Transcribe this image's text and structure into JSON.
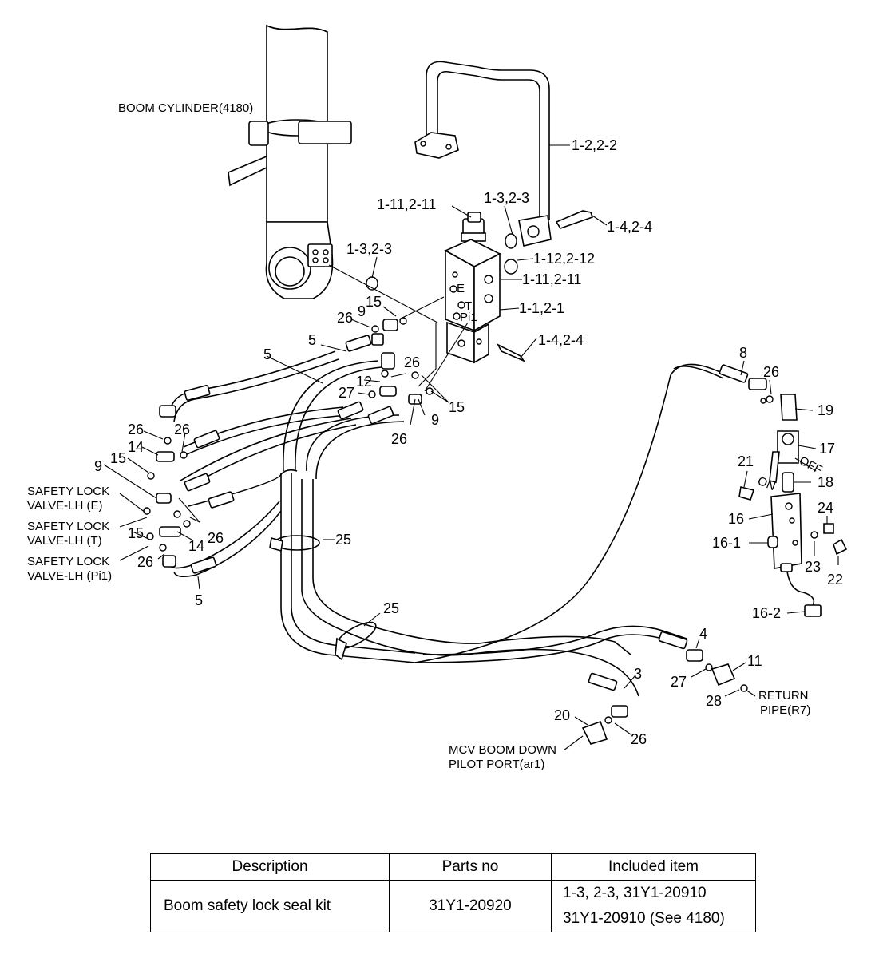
{
  "callouts": {
    "boom_cylinder": "BOOM CYLINDER(4180)",
    "l_1_2_2_2": "1-2,2-2",
    "l_1_11_2_11_top": "1-11,2-11",
    "l_1_3_2_3_top": "1-3,2-3",
    "l_1_4_2_4_top": "1-4,2-4",
    "l_1_3_2_3_left": "1-3,2-3",
    "l_1_12_2_12": "1-12,2-12",
    "l_1_11_2_11_mid": "1-11,2-11",
    "l_1_1_2_1": "1-1,2-1",
    "l_1_4_2_4_low": "1-4,2-4",
    "port_e": "E",
    "port_t": "T",
    "port_pi1": "Pi1",
    "n15_a": "15",
    "n26_a": "26",
    "n9_a": "9",
    "n5_a": "5",
    "n5_b": "5",
    "n26_b": "26",
    "n12": "12",
    "n27_a": "27",
    "n15_b": "15",
    "n9_b": "9",
    "n26_c": "26",
    "n26_d": "26",
    "n26_e": "26",
    "n14_a": "14",
    "n15_c": "15",
    "n9_c": "9",
    "n15_d": "15",
    "n26_f": "26",
    "n14_b": "14",
    "n26_g": "26",
    "n5_c": "5",
    "n25_a": "25",
    "n25_b": "25",
    "n8": "8",
    "n26_h": "26",
    "n19": "19",
    "n17": "17",
    "off": "OFF",
    "on": "ON",
    "n21": "21",
    "n18": "18",
    "n16": "16",
    "n24": "24",
    "n16_1": "16-1",
    "n23": "23",
    "n22": "22",
    "n16_2": "16-2",
    "n4": "4",
    "n11": "11",
    "n27_b": "27",
    "n3": "3",
    "n28": "28",
    "n20": "20",
    "n26_i": "26",
    "return_pipe_1": "RETURN",
    "return_pipe_2": "PIPE(R7)",
    "mcv_1": "MCV BOOM DOWN",
    "mcv_2": "PILOT PORT(ar1)",
    "safety_e_1": "SAFETY LOCK",
    "safety_e_2": "VALVE-LH (E)",
    "safety_t_1": "SAFETY LOCK",
    "safety_t_2": "VALVE-LH (T)",
    "safety_p_1": "SAFETY LOCK",
    "safety_p_2": "VALVE-LH (Pi1)"
  },
  "table": {
    "headers": [
      "Description",
      "Parts no",
      "Included item"
    ],
    "row": {
      "description": "Boom safety lock seal kit",
      "parts_no": "31Y1-20920",
      "included_1": "1-3, 2-3, 31Y1-20910",
      "included_2": "31Y1-20910 (See 4180)"
    }
  }
}
